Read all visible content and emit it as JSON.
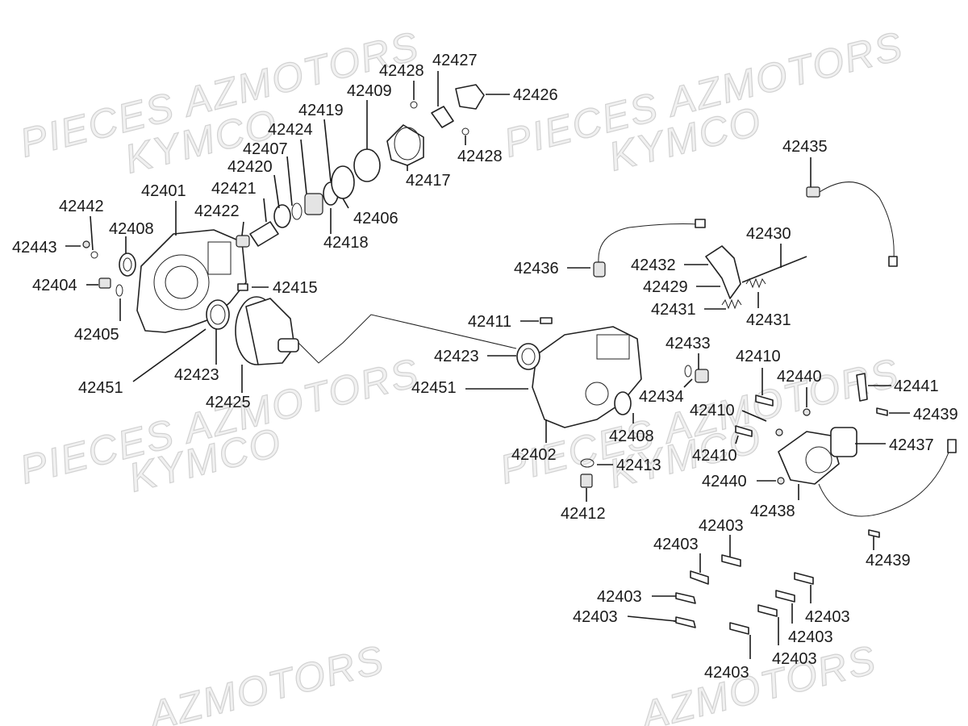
{
  "watermarks": {
    "line1": "PIECES AZMOTORS",
    "line2": "KYMCO",
    "line3": "AZMOTORS"
  },
  "labels": [
    "42428",
    "42427",
    "42426",
    "42409",
    "42419",
    "42424",
    "42428",
    "42407",
    "42417",
    "42420",
    "42401",
    "42421",
    "42406",
    "42442",
    "42422",
    "42418",
    "42408",
    "42443",
    "42435",
    "42430",
    "42436",
    "42432",
    "42404",
    "42415",
    "42429",
    "42431",
    "42431",
    "42405",
    "42411",
    "42433",
    "42423",
    "42410",
    "42440",
    "42441",
    "42451",
    "42423",
    "42451",
    "42434",
    "42439",
    "42425",
    "42410",
    "42408",
    "42437",
    "42410",
    "42402",
    "42413",
    "42440",
    "42438",
    "42412",
    "42403",
    "42403",
    "42439",
    "42403",
    "42403",
    "42403",
    "42403",
    "42403",
    "42403"
  ]
}
